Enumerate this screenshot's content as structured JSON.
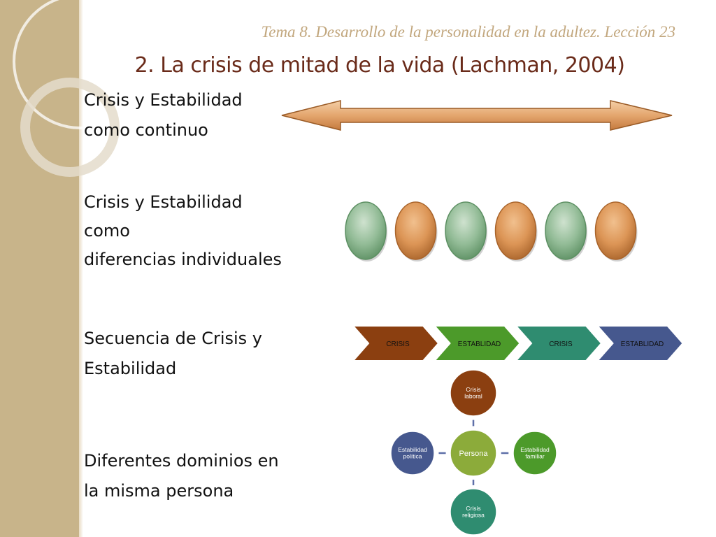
{
  "header": {
    "subtitle": "Tema 8. Desarrollo de la personalidad en la adultez.  Lección 23",
    "title": "2. La crisis de mitad de la vida (Lachman, 2004)"
  },
  "rows": [
    {
      "label": "Crisis y Estabilidad\ncomo continuo"
    },
    {
      "label": "Crisis y Estabilidad\ncomo\ndiferencias individuales"
    },
    {
      "label": "Secuencia de Crisis y\nEstabilidad"
    },
    {
      "label": "Diferentes dominios en\nla misma persona"
    }
  ],
  "ovals": [
    {
      "kind": "estabilidad"
    },
    {
      "kind": "crisis"
    },
    {
      "kind": "estabilidad"
    },
    {
      "kind": "crisis"
    },
    {
      "kind": "estabilidad"
    },
    {
      "kind": "crisis"
    }
  ],
  "chevrons": [
    {
      "label": "CRISIS",
      "color": "#8b3f10"
    },
    {
      "label": "ESTABLIDAD",
      "color": "#4c9a2a"
    },
    {
      "label": "CRISIS",
      "color": "#2f8c70"
    },
    {
      "label": "ESTABLIDAD",
      "color": "#46588e"
    }
  ],
  "domains": {
    "center": {
      "label": "Persona",
      "color": "#8cab3a"
    },
    "top": {
      "label": "Crisis\nlaboral",
      "color": "#8b3f10"
    },
    "right": {
      "label": "Estabilidad\nfamiliar",
      "color": "#4c9a2a"
    },
    "bottom": {
      "label": "Crisis\nreligiosa",
      "color": "#2f8c70"
    },
    "left": {
      "label": "Estabilidad\npolítica",
      "color": "#46588e"
    },
    "connector_color": "#5e6fa8"
  },
  "colors": {
    "arrow": "#e0a06a",
    "oval_green": "#8fb894",
    "oval_orange": "#d98f4f"
  }
}
